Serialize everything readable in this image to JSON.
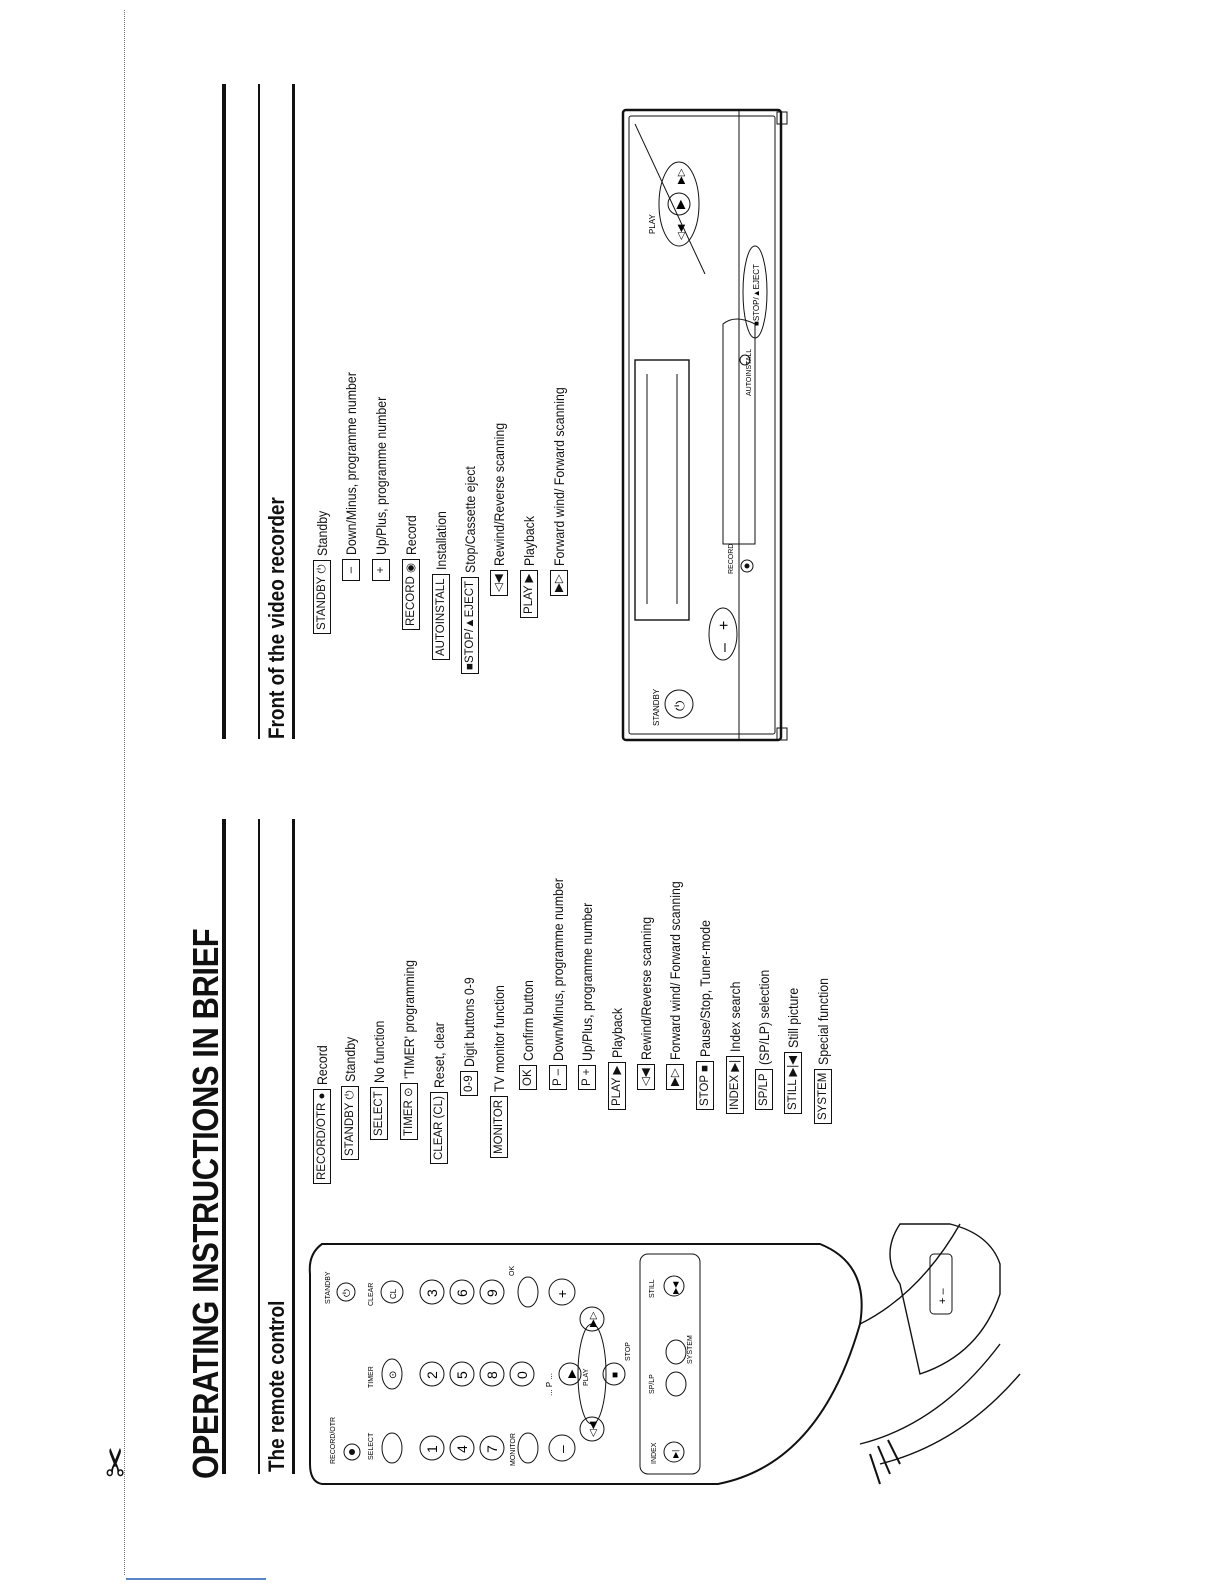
{
  "page_title": "OPERATING INSTRUCTIONS IN BRIEF",
  "remote": {
    "heading": "The remote control",
    "items": [
      {
        "key": "RECORD/OTR ●",
        "desc": "Record"
      },
      {
        "key": "STANDBY ⏻",
        "desc": "Standby"
      },
      {
        "key": "SELECT",
        "desc": "No function"
      },
      {
        "key": "TIMER ⊙",
        "desc": "'TIMER' programming"
      },
      {
        "key": "CLEAR (CL)",
        "desc": "Reset, clear"
      },
      {
        "key": "0-9",
        "desc": "Digit buttons 0-9"
      },
      {
        "key": "MONITOR",
        "desc": "TV monitor function"
      },
      {
        "key": "OK",
        "desc": "Confirm button"
      },
      {
        "key": "P –",
        "desc": "Down/Minus, programme number"
      },
      {
        "key": "P +",
        "desc": "Up/Plus, programme number"
      },
      {
        "key": "PLAY ▶",
        "desc": "Playback"
      },
      {
        "key": "◁◀",
        "desc": "Rewind/Reverse scanning"
      },
      {
        "key": "▶▷",
        "desc": "Forward wind/ Forward scanning"
      },
      {
        "key": "STOP ■",
        "desc": "Pause/Stop, Tuner-mode"
      },
      {
        "key": "INDEX ▶|",
        "desc": "Index search"
      },
      {
        "key": "SP/LP",
        "desc": "(SP/LP) selection"
      },
      {
        "key": "STILL ▶|◀",
        "desc": "Still picture"
      },
      {
        "key": "SYSTEM",
        "desc": "Special function"
      }
    ],
    "buttons": {
      "record_otr": "RECORD/OTR",
      "standby": "STANDBY",
      "select": "SELECT",
      "timer": "TIMER",
      "clear": "CLEAR",
      "cl": "CL",
      "monitor": "MONITOR",
      "ok": "OK",
      "digits": [
        "1",
        "2",
        "3",
        "4",
        "5",
        "6",
        "7",
        "8",
        "9",
        "0"
      ],
      "p_label": "... P ...",
      "play": "PLAY",
      "stop": "STOP",
      "index": "INDEX",
      "splp": "SP/LP",
      "still": "STILL",
      "system": "SYSTEM"
    }
  },
  "vcr": {
    "heading": "Front of the video recorder",
    "items": [
      {
        "key": "STANDBY ⏻",
        "desc": "Standby"
      },
      {
        "key": "–",
        "desc": "Down/Minus, programme number"
      },
      {
        "key": "+",
        "desc": "Up/Plus, programme number"
      },
      {
        "key": "RECORD ◉",
        "desc": "Record"
      },
      {
        "key": "AUTOINSTALL",
        "desc": "Installation"
      },
      {
        "key": "■STOP/▲EJECT",
        "desc": "Stop/Cassette eject"
      },
      {
        "key": "◁◀",
        "desc": "Rewind/Reverse scanning"
      },
      {
        "key": "PLAY ▶",
        "desc": "Playback"
      },
      {
        "key": "▶▷",
        "desc": "Forward wind/ Forward scanning"
      }
    ],
    "panel": {
      "standby": "STANDBY",
      "record": "RECORD",
      "autoinstall": "AUTOINSTALL",
      "stop_eject": "■STOP/▲EJECT",
      "play": "PLAY"
    }
  }
}
